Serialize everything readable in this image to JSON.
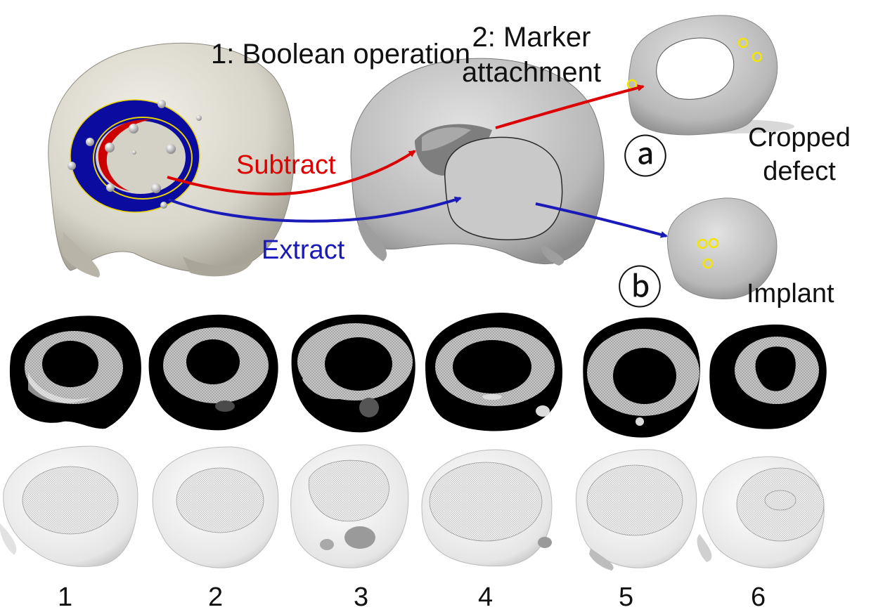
{
  "steps": {
    "boolean": "1: Boolean operation",
    "marker": "2: Marker attachment"
  },
  "operations": {
    "subtract": "Subtract",
    "extract": "Extract"
  },
  "outputs": {
    "a_symbol": "ⓐ",
    "a_label": "Cropped defect",
    "b_symbol": "ⓑ",
    "b_label": "Implant"
  },
  "cases": [
    "1",
    "2",
    "3",
    "4",
    "5",
    "6"
  ],
  "colors": {
    "subtract": "#dd0000",
    "extract": "#1a1ab8",
    "marker": "#f2e600",
    "skull": "#d9d6cc",
    "implant_surface": "#bdbdbd",
    "scan_black": "#000000"
  }
}
